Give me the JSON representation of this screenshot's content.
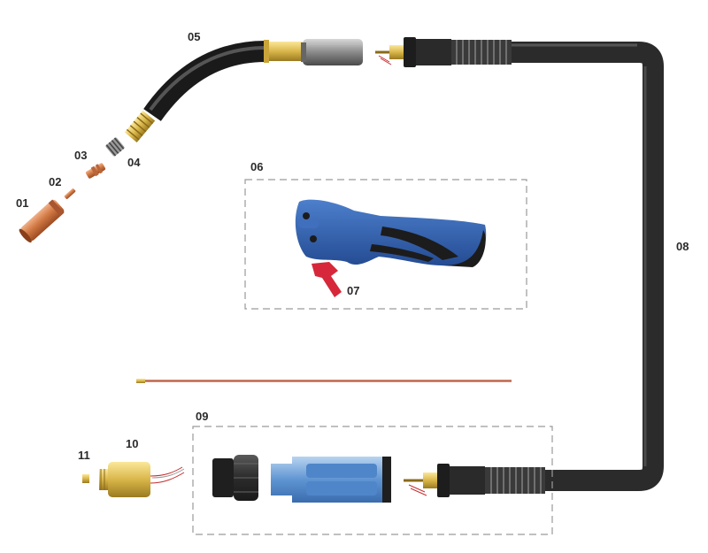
{
  "labels": {
    "p01": "01",
    "p02": "02",
    "p03": "03",
    "p04": "04",
    "p05": "05",
    "p06": "06",
    "p07": "07",
    "p08": "08",
    "p09": "09",
    "p10": "10",
    "p11": "11"
  },
  "colors": {
    "copper": "#c86a3a",
    "copper_light": "#e79a68",
    "brass": "#d9b64a",
    "cable": "#2b2b2b",
    "cable_highlight": "#5a5a5a",
    "steel": "#8a8a8a",
    "handle_blue": "#2f5fae",
    "handle_dark": "#1c1c1c",
    "trigger_red": "#d6283a",
    "liner": "#c0664a",
    "box_dash": "#9a9a9a",
    "sleeve_blue": "#6fa2da"
  },
  "icons": {
    "nozzle": "nozzle-icon",
    "tip": "contact-tip-icon",
    "tip_holder": "tip-holder-icon",
    "diffuser": "gas-diffuser-icon",
    "neck": "swan-neck-icon",
    "handle": "handle-icon",
    "trigger": "trigger-icon",
    "cable": "cable-assembly-icon",
    "connector_kit": "euro-connector-icon",
    "adaptor": "central-adaptor-icon",
    "nut": "nut-icon",
    "liner": "wire-liner-icon"
  }
}
